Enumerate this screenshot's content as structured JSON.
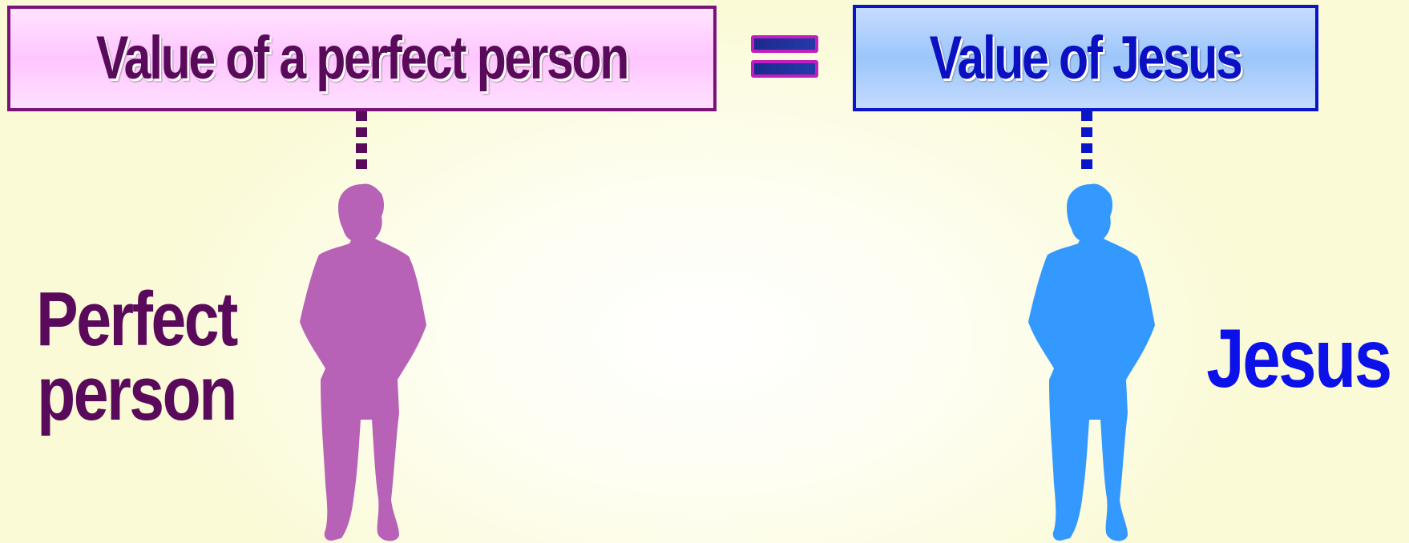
{
  "left_box": {
    "title": "Value of a perfect person"
  },
  "equals_symbol": "=",
  "right_box": {
    "title": "Value of Jesus"
  },
  "left_figure": {
    "label_line1": "Perfect",
    "label_line2": "person",
    "color": "#b762b6"
  },
  "right_figure": {
    "label": "Jesus",
    "color": "#3399ff"
  },
  "colors": {
    "left_accent": "#5a0a5a",
    "left_border": "#7a127a",
    "left_fill": "#ffccff",
    "right_accent": "#0b11e8",
    "right_border": "#0a14c8",
    "right_fill": "#a8cdfb",
    "equals_border": "#c21ebf",
    "equals_fill": "#1b2a8e",
    "background": "#fafad6"
  }
}
